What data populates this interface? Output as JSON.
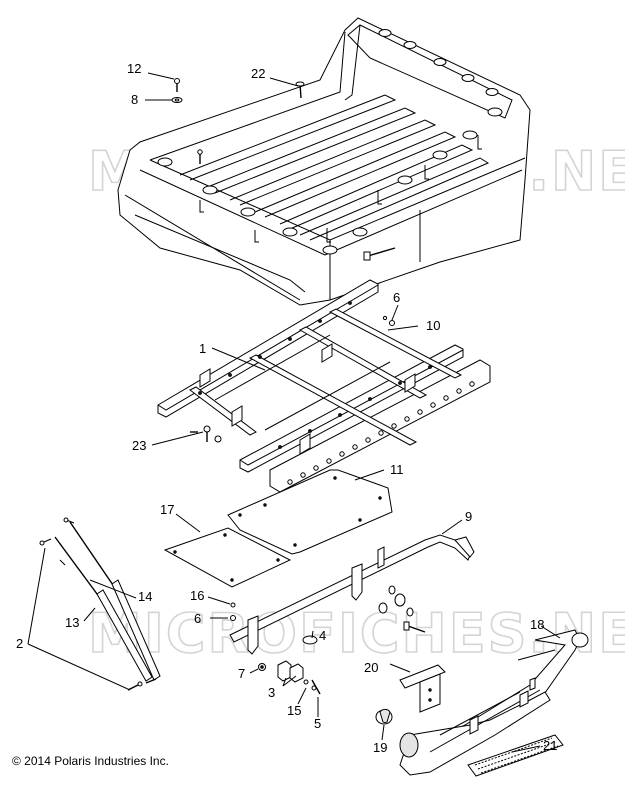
{
  "watermark": "MICROFICHES.NET",
  "copyright": "© 2014 Polaris Industries Inc.",
  "callouts": {
    "c1": "1",
    "c2": "2",
    "c3": "3",
    "c4": "4",
    "c5": "5",
    "c6a": "6",
    "c6b": "6",
    "c7": "7",
    "c8": "8",
    "c9": "9",
    "c10": "10",
    "c11": "11",
    "c12": "12",
    "c13": "13",
    "c14": "14",
    "c15": "15",
    "c16": "16",
    "c17": "17",
    "c18": "18",
    "c19": "19",
    "c20": "20",
    "c21": "21",
    "c22": "22",
    "c23": "23"
  }
}
